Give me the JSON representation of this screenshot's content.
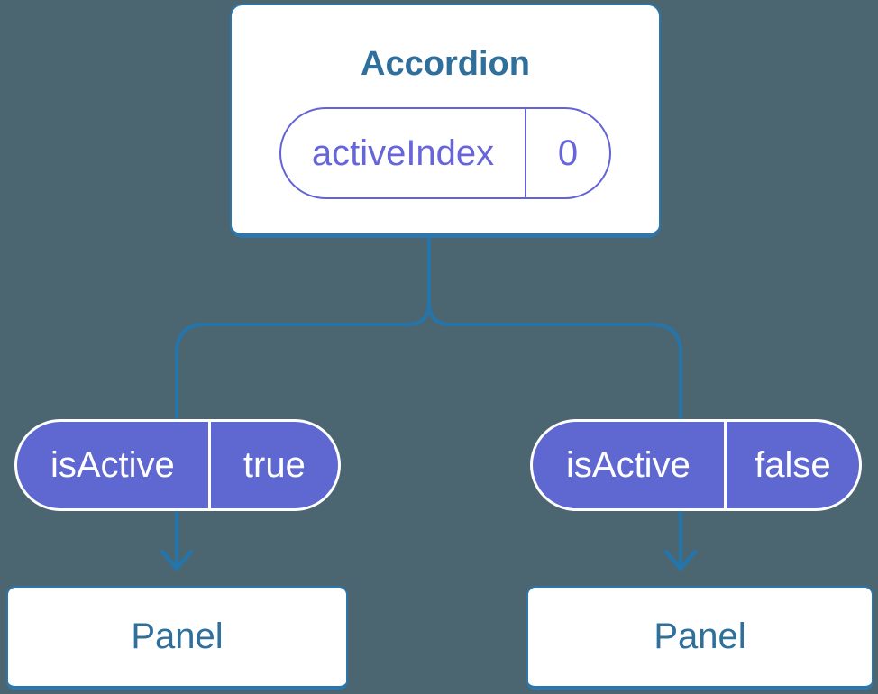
{
  "diagram": {
    "root": {
      "title": "Accordion",
      "state": {
        "label": "activeIndex",
        "value": "0"
      }
    },
    "props": [
      {
        "label": "isActive",
        "value": "true"
      },
      {
        "label": "isActive",
        "value": "false"
      }
    ],
    "children": [
      {
        "label": "Panel"
      },
      {
        "label": "Panel"
      }
    ]
  },
  "colors": {
    "background": "#4c6671",
    "connector_blue": "#2574aa",
    "box_border_blue": "#2d76ab",
    "text_blue": "#2e6f9c",
    "pill_purple_fill": "#5f68d0",
    "pill_purple_outline": "#6263d6",
    "pill_text_on_fill": "#ffffff"
  }
}
